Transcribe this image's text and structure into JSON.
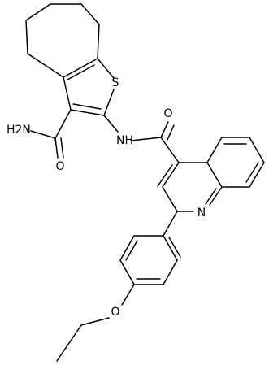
{
  "labels": {
    "sulfur": "S",
    "amide_nh2": "H2N",
    "amide_o_left": "O",
    "amide_nh": "NH",
    "amide_o_right": "O",
    "quinoline_n": "N",
    "ether_o": "O"
  },
  "colors": {
    "bond": "#000000",
    "text": "#000000",
    "background": "#ffffff"
  }
}
